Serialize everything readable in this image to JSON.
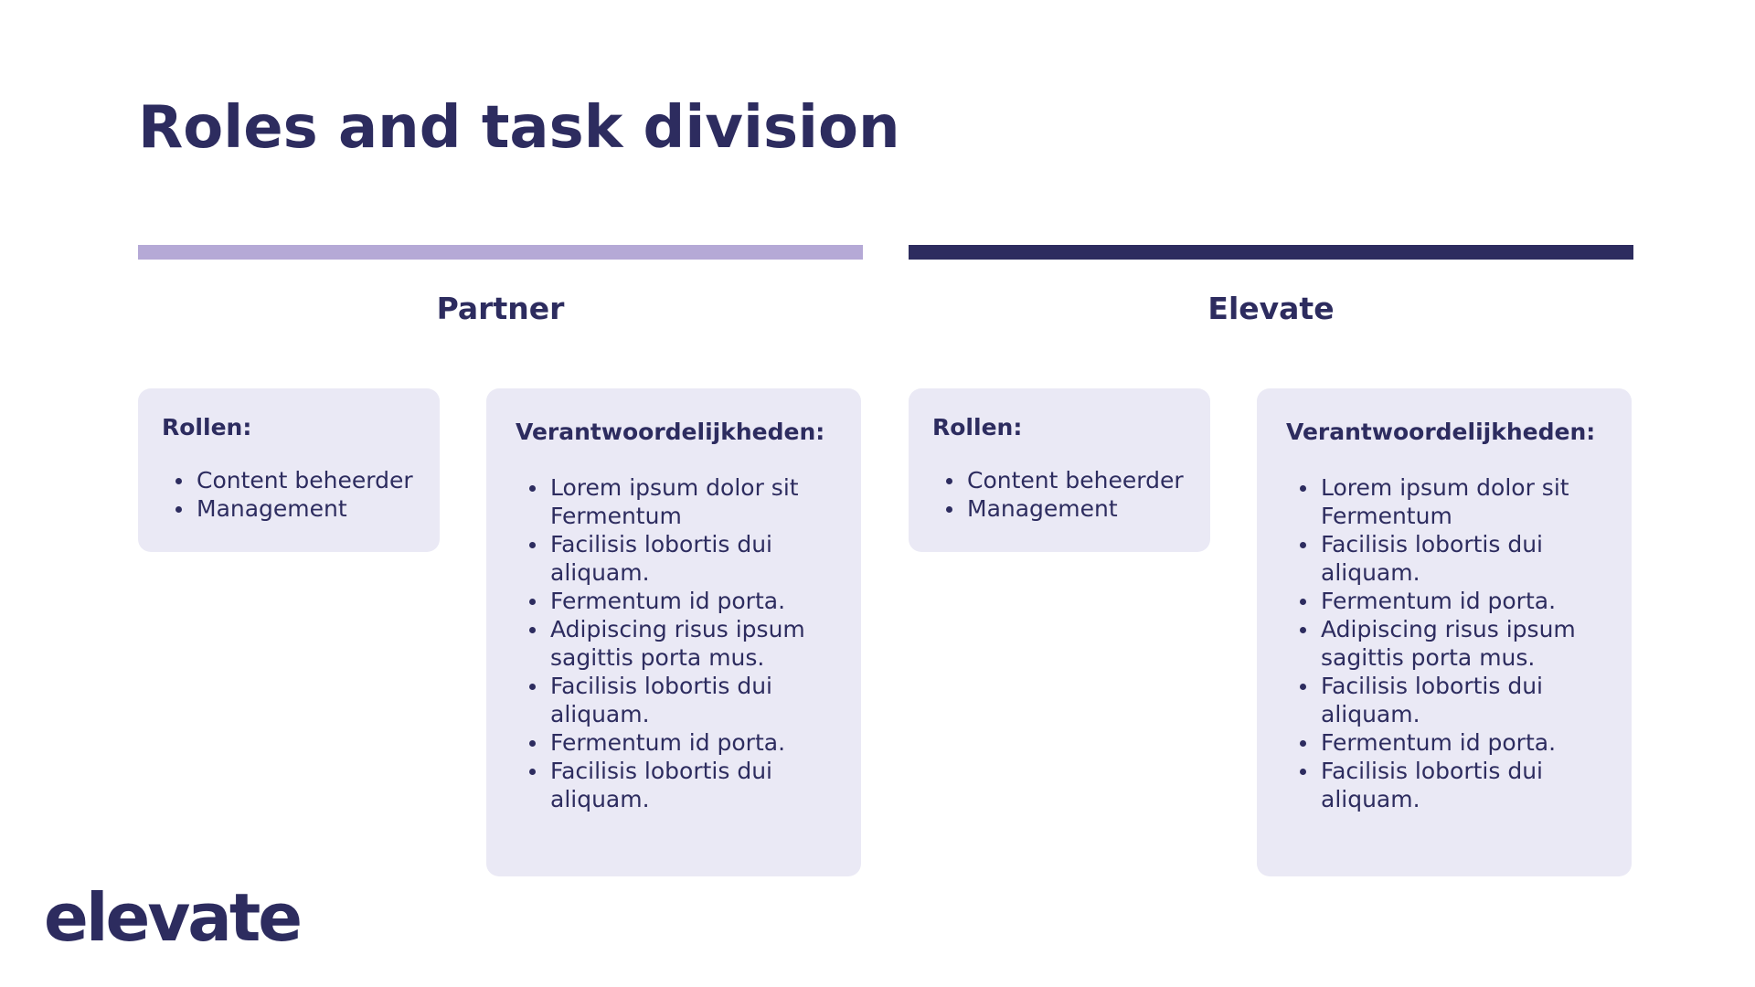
{
  "title": "Roles and task division",
  "columns": [
    {
      "heading": "Partner",
      "roles": {
        "heading": "Rollen:",
        "items": [
          "Content beheerder",
          "Management"
        ]
      },
      "responsibilities": {
        "heading": "Verantwoordelijkheden:",
        "items": [
          "Lorem ipsum dolor sit Fermentum",
          "Facilisis lobortis dui aliquam.",
          "Fermentum id porta.",
          "Adipiscing risus ipsum sagittis porta mus.",
          "Facilisis lobortis dui aliquam.",
          "Fermentum id porta.",
          "Facilisis lobortis dui aliquam."
        ]
      }
    },
    {
      "heading": "Elevate",
      "roles": {
        "heading": "Rollen:",
        "items": [
          "Content beheerder",
          "Management"
        ]
      },
      "responsibilities": {
        "heading": "Verantwoordelijkheden:",
        "items": [
          "Lorem ipsum dolor sit Fermentum",
          "Facilisis lobortis dui aliquam.",
          "Fermentum id porta.",
          "Adipiscing risus ipsum sagittis porta mus.",
          "Facilisis lobortis dui aliquam.",
          "Fermentum id porta.",
          "Facilisis lobortis dui aliquam."
        ]
      }
    }
  ],
  "logo_text": "elevate",
  "colors": {
    "primary": "#2d2c5f",
    "accent": "#b5a9d6",
    "card_background": "#eae9f5"
  }
}
